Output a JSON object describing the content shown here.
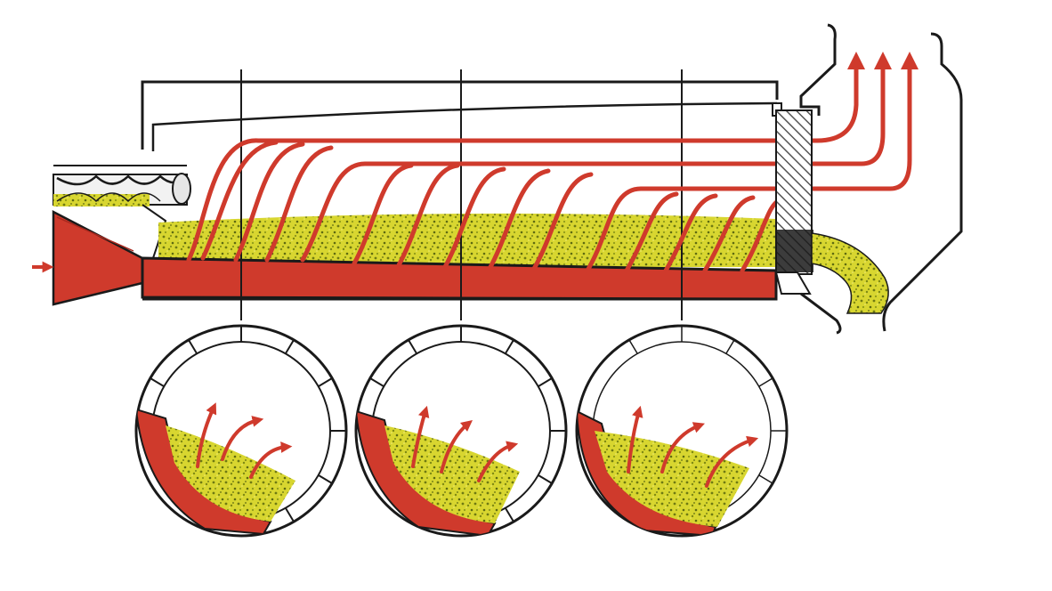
{
  "diagram": {
    "colors": {
      "flow": "#cf3a2c",
      "flow_dark": "#a8281e",
      "granules": "#d8d630",
      "granule_dark": "#7f8a14",
      "outline": "#1a1a1a",
      "casing": "#ffffff",
      "hatch": "#555555"
    },
    "components": [
      {
        "key": "feed_screw",
        "icon": "screw-conveyor-icon"
      },
      {
        "key": "burner_inlet",
        "icon": "right-arrow-icon"
      },
      {
        "key": "rotary_drum",
        "icon": "drum-icon"
      },
      {
        "key": "exhaust_hood",
        "icon": "hood-icon"
      },
      {
        "key": "product_discharge",
        "icon": "chute-icon"
      }
    ],
    "cross_sections": [
      {
        "key": "section-1",
        "lining": "segmented"
      },
      {
        "key": "section-2",
        "lining": "segmented"
      },
      {
        "key": "section-3",
        "lining": "segmented"
      }
    ],
    "exhaust_arrows": 3,
    "flow_streams": 3
  }
}
